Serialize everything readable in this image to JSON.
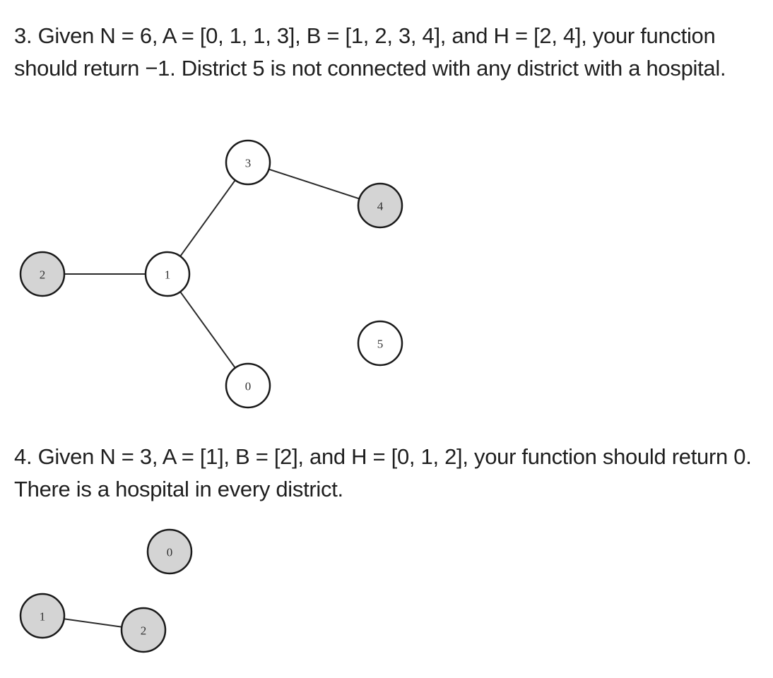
{
  "example_3": {
    "text": "3. Given N = 6, A = [0, 1, 1, 3], B = [1, 2, 3, 4], and H = [2, 4], your function should return −1. District 5 is not connected with any district with a hospital.",
    "nodes": [
      {
        "label": "3",
        "hospital": false
      },
      {
        "label": "4",
        "hospital": true
      },
      {
        "label": "2",
        "hospital": true
      },
      {
        "label": "1",
        "hospital": false
      },
      {
        "label": "5",
        "hospital": false
      },
      {
        "label": "0",
        "hospital": false
      }
    ],
    "edges": [
      [
        "1",
        "3"
      ],
      [
        "3",
        "4"
      ],
      [
        "2",
        "1"
      ],
      [
        "1",
        "0"
      ]
    ]
  },
  "example_4": {
    "text": "4. Given N = 3, A = [1], B = [2], and H = [0, 1, 2], your function should return 0. There is a hospital in every district.",
    "nodes": [
      {
        "label": "0",
        "hospital": true
      },
      {
        "label": "1",
        "hospital": true
      },
      {
        "label": "2",
        "hospital": true
      }
    ],
    "edges": [
      [
        "1",
        "2"
      ]
    ]
  },
  "colors": {
    "hospital_fill": "#d4d4d4",
    "plain_fill": "#ffffff",
    "text": "#1f1f1f"
  }
}
